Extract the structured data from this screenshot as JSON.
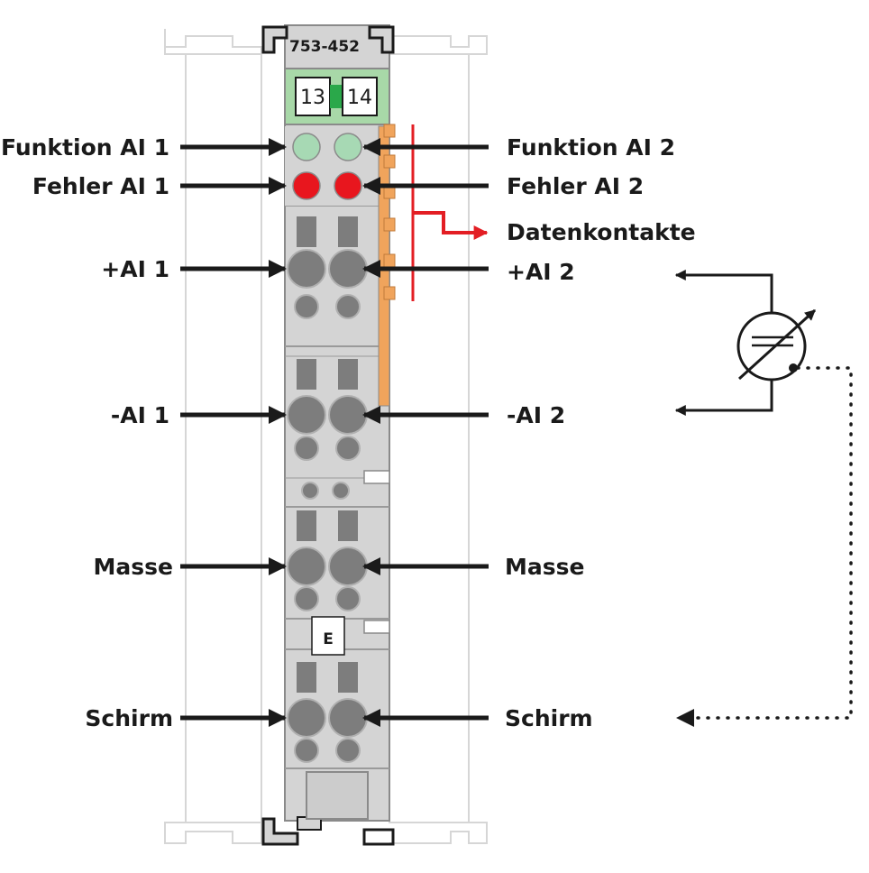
{
  "module": {
    "part_number": "753-452",
    "terminal_numbers": [
      "13",
      "14"
    ],
    "end_marker": "E"
  },
  "labels": {
    "left": [
      "Funktion AI 1",
      "Fehler AI 1",
      "+AI 1",
      "-AI 1",
      "Masse",
      "Schirm"
    ],
    "right": [
      "Funktion AI 2",
      "Fehler AI 2",
      "Datenkontakte",
      "+AI 2",
      "-AI 2",
      "Masse",
      "Schirm"
    ]
  },
  "colors": {
    "housing": "#d4d4d4",
    "label_area": "#a8d8a8",
    "led_function": "#a7d9b4",
    "led_error": "#e8161e",
    "data_contacts": "#f0a45c",
    "data_contact_line": "#e31e24",
    "clamp": "#7d7d7d"
  }
}
